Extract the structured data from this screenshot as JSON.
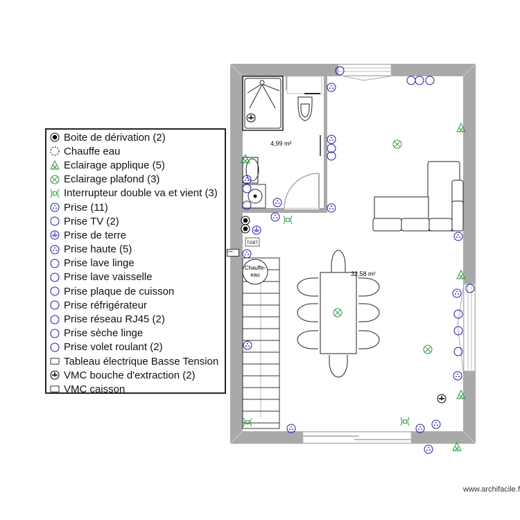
{
  "legend": {
    "items": [
      {
        "label": "Boite de dérivation (2)",
        "icon": "junction-box-icon",
        "color": "#000000"
      },
      {
        "label": "Chauffe eau",
        "icon": "water-heater-icon",
        "color": "#000000"
      },
      {
        "label": "Eclairage applique (5)",
        "icon": "wall-light-icon",
        "color": "#2a9a3a"
      },
      {
        "label": "Eclairage plafond (3)",
        "icon": "ceiling-light-icon",
        "color": "#2a9a3a"
      },
      {
        "label": "Interrupteur double va et vient (3)",
        "icon": "double-switch-icon",
        "color": "#2a9a3a"
      },
      {
        "label": "Prise (11)",
        "icon": "outlet-icon",
        "color": "#1a1aa8"
      },
      {
        "label": "Prise TV (2)",
        "icon": "tv-outlet-icon",
        "color": "#1a1aa8"
      },
      {
        "label": "Prise de terre",
        "icon": "ground-outlet-icon",
        "color": "#1a1aa8"
      },
      {
        "label": "Prise haute (5)",
        "icon": "high-outlet-icon",
        "color": "#1a1aa8"
      },
      {
        "label": "Prise lave linge",
        "icon": "washer-outlet-icon",
        "color": "#1a1aa8"
      },
      {
        "label": "Prise lave vaisselle",
        "icon": "dishwasher-outlet-icon",
        "color": "#1a1aa8"
      },
      {
        "label": "Prise plaque de cuisson",
        "icon": "cooktop-outlet-icon",
        "color": "#1a1aa8"
      },
      {
        "label": "Prise réfrigérateur",
        "icon": "fridge-outlet-icon",
        "color": "#1a1aa8"
      },
      {
        "label": "Prise réseau RJ45 (2)",
        "icon": "rj45-outlet-icon",
        "color": "#1a1aa8"
      },
      {
        "label": "Prise sèche linge",
        "icon": "dryer-outlet-icon",
        "color": "#1a1aa8"
      },
      {
        "label": "Prise volet roulant (2)",
        "icon": "shutter-outlet-icon",
        "color": "#1a1aa8"
      },
      {
        "label": "Tableau électrique Basse Tension",
        "icon": "electrical-panel-icon",
        "color": "#000000"
      },
      {
        "label": "VMC bouche d'extraction (2)",
        "icon": "vmc-vent-icon",
        "color": "#000000"
      },
      {
        "label": "VMC caisson",
        "icon": "vmc-box-icon",
        "color": "#000000"
      }
    ]
  },
  "plan": {
    "bathroom_area": "4,99 m²",
    "living_area": "32,58 m²",
    "water_heater_label_1": "Chauffe-",
    "water_heater_label_2": "eau",
    "panel_label": "TGBT",
    "vmc_label": "VMC"
  },
  "watermark": "www.archifacile.fr"
}
